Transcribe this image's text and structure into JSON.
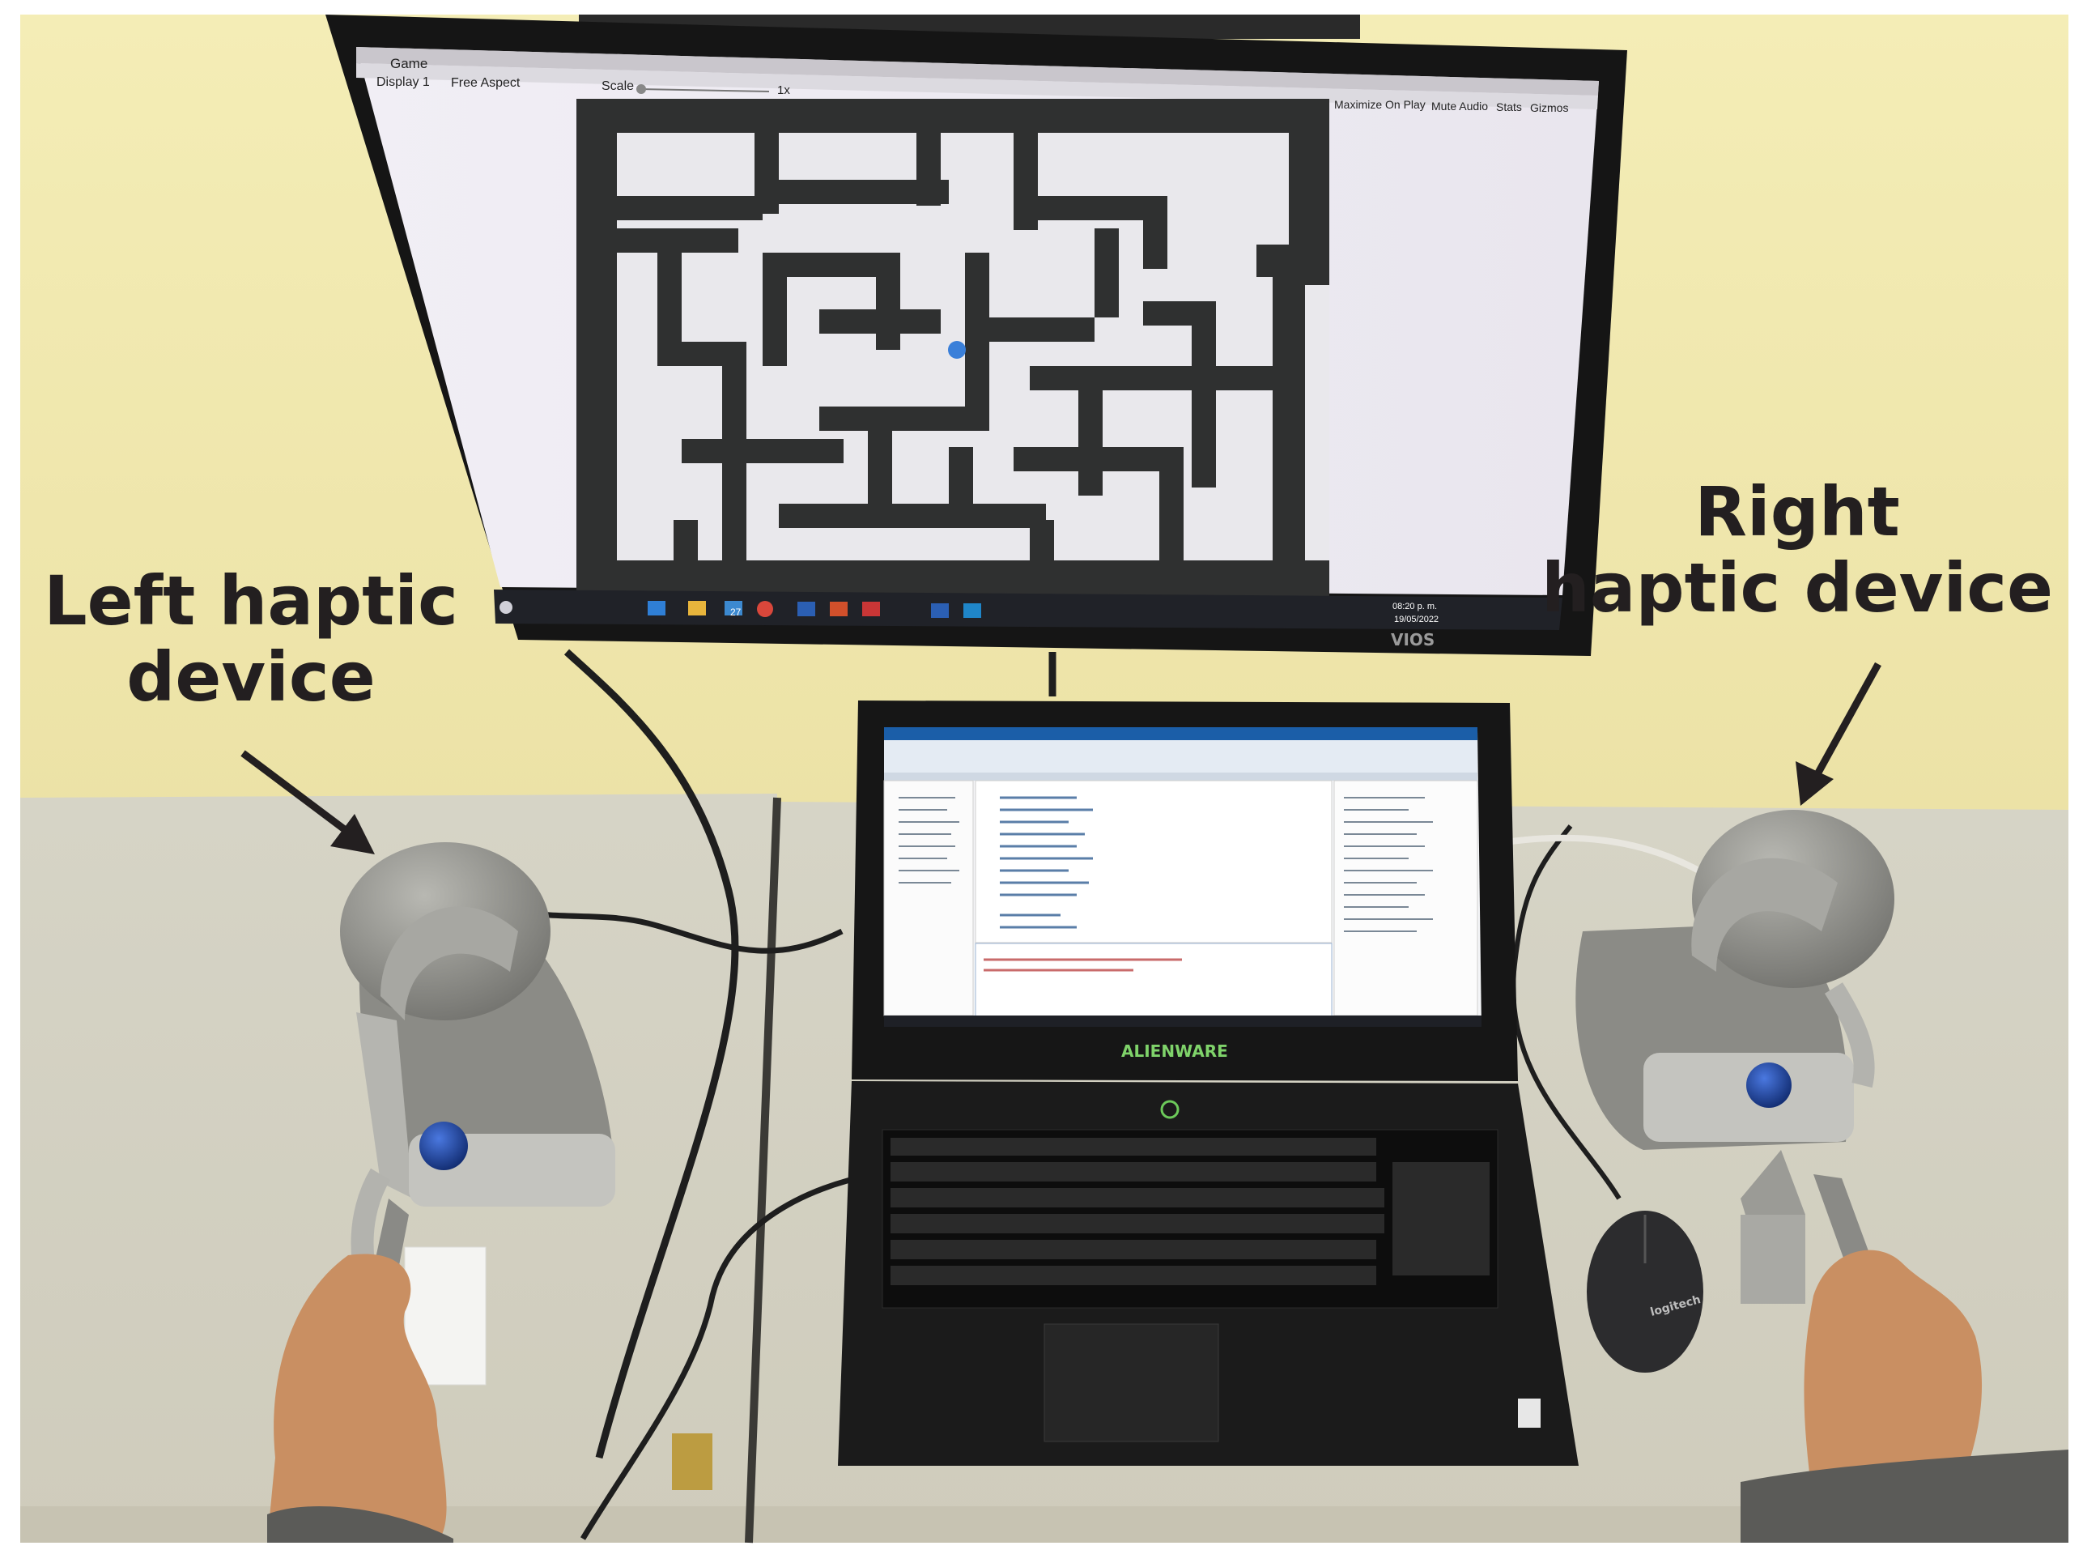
{
  "annotations": {
    "left_label": [
      "Left haptic",
      "device"
    ],
    "right_label": [
      "Right",
      "haptic device"
    ]
  },
  "monitor": {
    "tab_title": "Game",
    "toolbar": {
      "display": "Display 1",
      "aspect": "Free Aspect",
      "scale_label": "Scale",
      "scale_value": "1x",
      "buttons": [
        "Maximize On Play",
        "Mute Audio",
        "Stats",
        "Gizmos"
      ]
    },
    "brand": "VIOS",
    "taskbar": {
      "time": "08:20 p. m.",
      "date": "19/05/2022",
      "badge": "27"
    }
  },
  "laptop": {
    "brand": "ALIENWARE"
  },
  "mouse": {
    "brand": "logitech"
  },
  "colors": {
    "wall": "#f1e9b0",
    "desk": "#d9d6c8",
    "maze_wall": "#2f3030",
    "device_grey": "#8a8a86",
    "device_ball": "#1e3f9e"
  }
}
